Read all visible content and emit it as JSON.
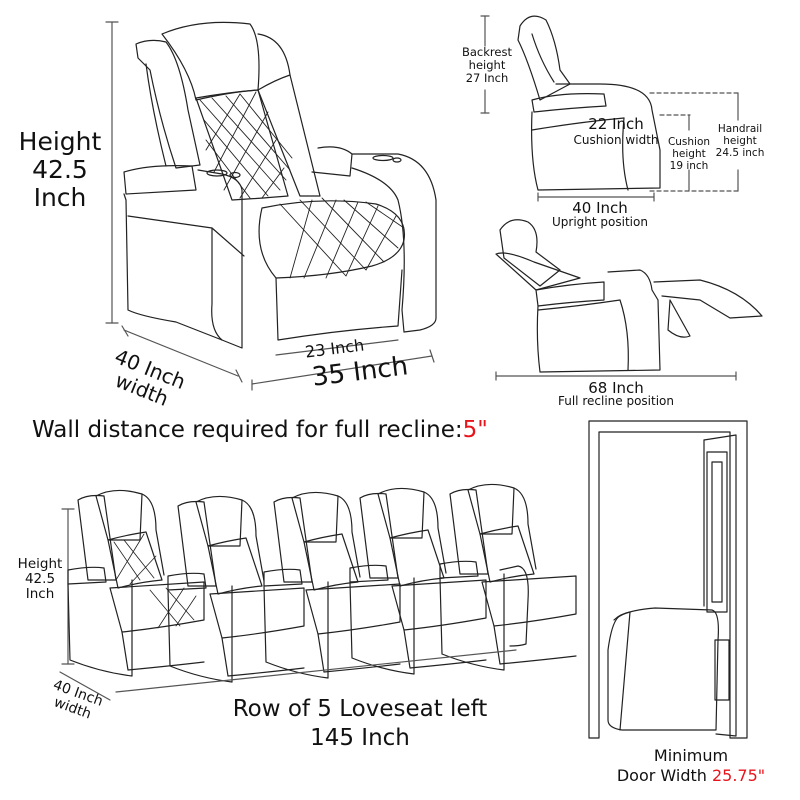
{
  "single_chair": {
    "height_label": [
      "Height",
      "42.5",
      "Inch"
    ],
    "depth_label": [
      "40 Inch",
      "width"
    ],
    "seat_width_label": "23 Inch",
    "overall_width_label": "35 Inch"
  },
  "side_upright": {
    "backrest_label": [
      "Backrest",
      "height",
      "27 Inch"
    ],
    "cushion_width_value": "22 Inch",
    "cushion_width_caption": "Cushion width",
    "cushion_height_label": [
      "Cushion",
      "height",
      "19 inch"
    ],
    "handrail_height_label": [
      "Handrail",
      "height",
      "24.5 inch"
    ],
    "length_value": "40 Inch",
    "length_caption": "Upright position"
  },
  "side_recline": {
    "length_value": "68 Inch",
    "length_caption": "Full recline position"
  },
  "wall_distance": {
    "text": "Wall distance required for full recline:",
    "value": "5\"",
    "value_color": "#e8141b"
  },
  "row_of_five": {
    "height_label": [
      "Height",
      "42.5",
      "Inch"
    ],
    "depth_label": [
      "40 Inch",
      "width"
    ],
    "caption": "Row of 5 Loveseat left",
    "length": "145 Inch",
    "seat_count": 5
  },
  "door": {
    "caption": "Minimum",
    "width_text": "Door Width ",
    "width_value": "25.75\"",
    "value_color": "#e8141b"
  }
}
